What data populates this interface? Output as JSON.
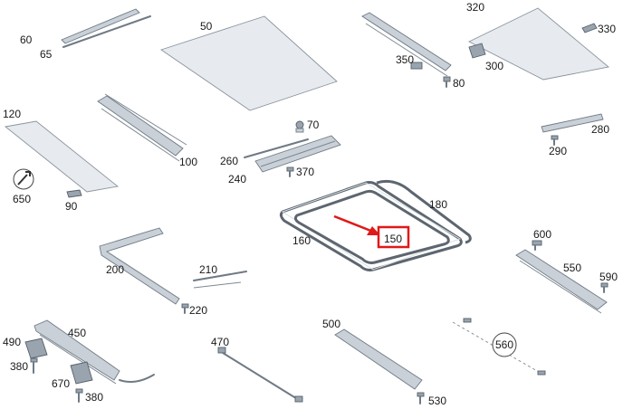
{
  "labels": {
    "p60": "60",
    "p65": "65",
    "p50": "50",
    "p350": "350",
    "p80": "80",
    "p320": "320",
    "p330": "330",
    "p300": "300",
    "p120": "120",
    "p650": "650",
    "p90": "90",
    "p100": "100",
    "p70": "70",
    "p260": "260",
    "p240": "240",
    "p370": "370",
    "p280": "280",
    "p290": "290",
    "p180": "180",
    "p160": "160",
    "p150": "150",
    "p600": "600",
    "p550": "550",
    "p590": "590",
    "p200": "200",
    "p210": "210",
    "p220": "220",
    "p490": "490",
    "p450": "450",
    "p380a": "380",
    "p670": "670",
    "p380b": "380",
    "p470": "470",
    "p500": "500",
    "p530": "530",
    "p560": "560"
  },
  "colors": {
    "highlight": "#e01919",
    "part_fill": "#e7ebef",
    "part_stroke": "#6f7a85"
  }
}
